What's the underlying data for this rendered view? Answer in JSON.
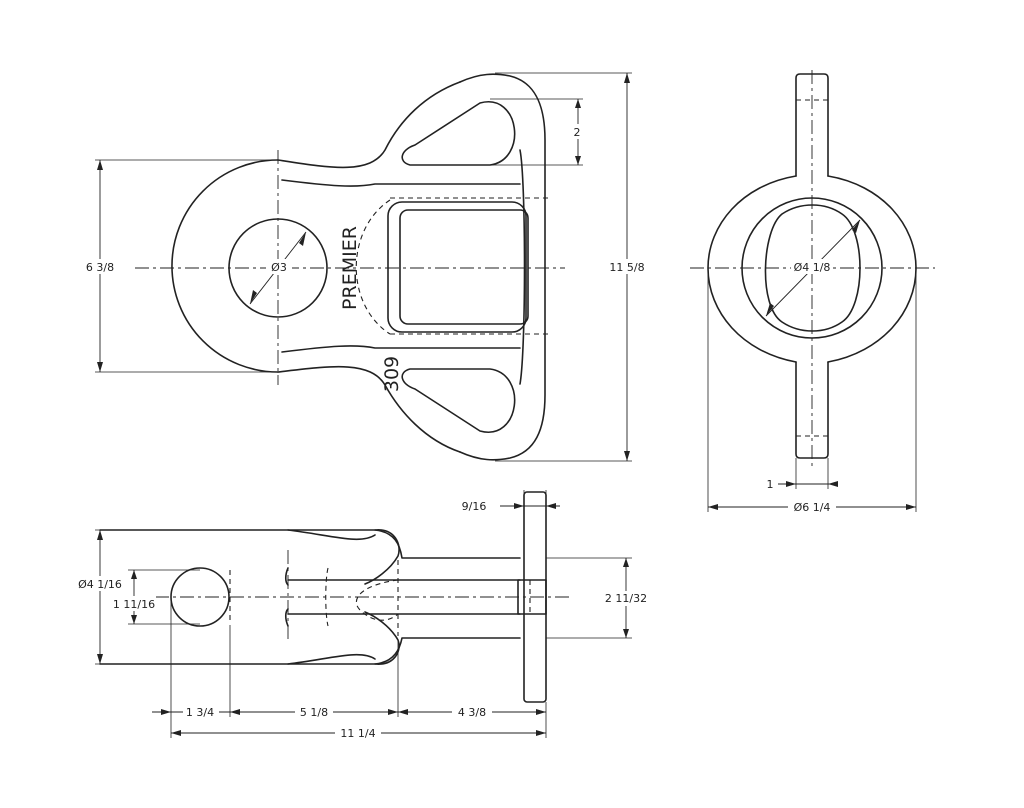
{
  "marking": {
    "maker": "PREMIER",
    "part_no": "309"
  },
  "top_view": {
    "hole_dia": "Ø3",
    "height": "6 3/8",
    "overall_length": "11 5/8",
    "slot_width": "2"
  },
  "end_view": {
    "bore_dia": "Ø4 1/8",
    "outer_dia": "Ø6 1/4",
    "tab_width": "1"
  },
  "side_view": {
    "overall_dia": "Ø4 1/16",
    "bar_dia": "1 11/16",
    "flange_thickness": "9/16",
    "flange_height": "2 11/32",
    "seg_a": "1 3/4",
    "seg_b": "5 1/8",
    "seg_c": "4 3/8",
    "overall_length": "11 1/4"
  }
}
